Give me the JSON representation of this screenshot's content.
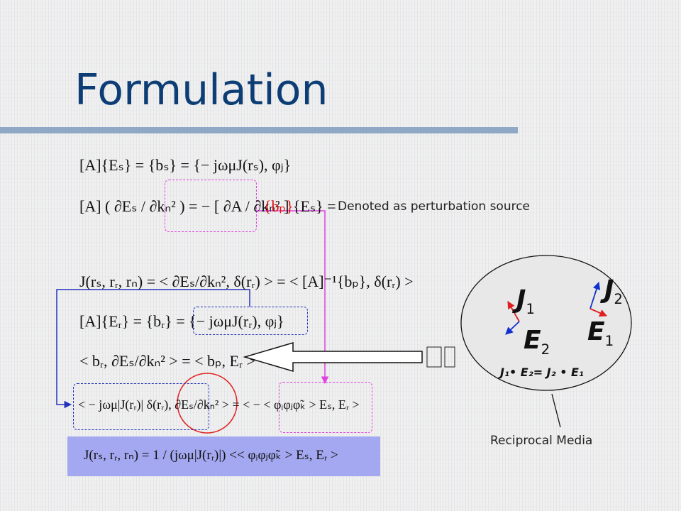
{
  "slide": {
    "title": "Formulation",
    "note": "Denoted as perturbation source",
    "media_label": "Reciprocal Media",
    "relation": "J₁• E₂= J₂ • E₁"
  },
  "equations": {
    "eq1": "[A]{Eₛ} = {bₛ} = {− jωμJ(rₛ), φⱼ}",
    "eq2_lhs": "[A] ( ∂Eₛ / ∂kₙ² ) = − [ ∂A / ∂kₙ² ] {Eₛ} =",
    "eq2_rhs": "{bₚ}",
    "eq3": "J(rₛ, rᵣ, rₙ) = < ∂Eₛ/∂kₙ², δ(rᵣ) > = < [A]⁻¹{bₚ}, δ(rᵣ) >",
    "eq4": "[A]{Eᵣ} = {bᵣ} = {− jωμJ(rᵣ), φⱼ}",
    "eq5": "< bᵣ, ∂Eₛ/∂kₙ² > = < bₚ, Eᵣ >",
    "eq6": "< − jωμ|J(rᵣ)| δ(rᵣ), ∂Eₛ/∂kₙ² > = < − < φᵢφⱼφ̃ₖ > Eₛ, Eᵣ >",
    "eq7": "J(rₛ, rᵣ, rₙ) = 1 / (jωμ|J(rᵣ)|) << φᵢφⱼφ̃ₖ > Eₛ, Eᵣ >"
  },
  "diagram": {
    "labels": {
      "J1": "J",
      "J1_sub": "1",
      "J2": "J",
      "J2_sub": "2",
      "E1": "E",
      "E1_sub": "1",
      "E2": "E",
      "E2_sub": "2"
    },
    "colors": {
      "red_vector": "#e02020",
      "blue_vector": "#1030d0",
      "ellipse": "#e8e8e8"
    }
  },
  "colors": {
    "title": "#0d3d75",
    "accent_rule": "#8fa8c6",
    "perturbation": "#e01010",
    "blue_box": "#2233bb",
    "pink_box": "#e040e0",
    "highlight": "#a3a8f0",
    "circle": "#e02020"
  }
}
